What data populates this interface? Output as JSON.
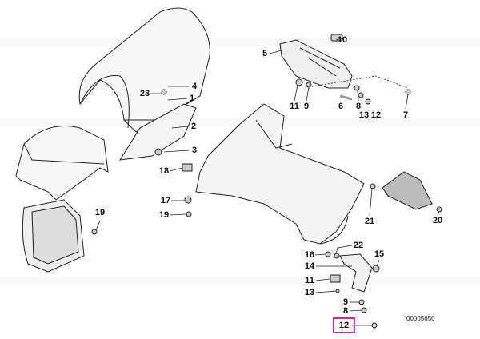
{
  "diagram": {
    "callouts": [
      "4",
      "23",
      "1",
      "2",
      "3",
      "18",
      "17",
      "19",
      "19",
      "10",
      "5",
      "11",
      "9",
      "6",
      "8",
      "13",
      "12",
      "7",
      "21",
      "20",
      "22",
      "15",
      "16",
      "14",
      "11",
      "13",
      "9",
      "8",
      "12"
    ],
    "highlighted_callout": "12",
    "drawing_number": "00005650",
    "colors": {
      "highlight": "#e0218a",
      "line": "#222222"
    }
  }
}
